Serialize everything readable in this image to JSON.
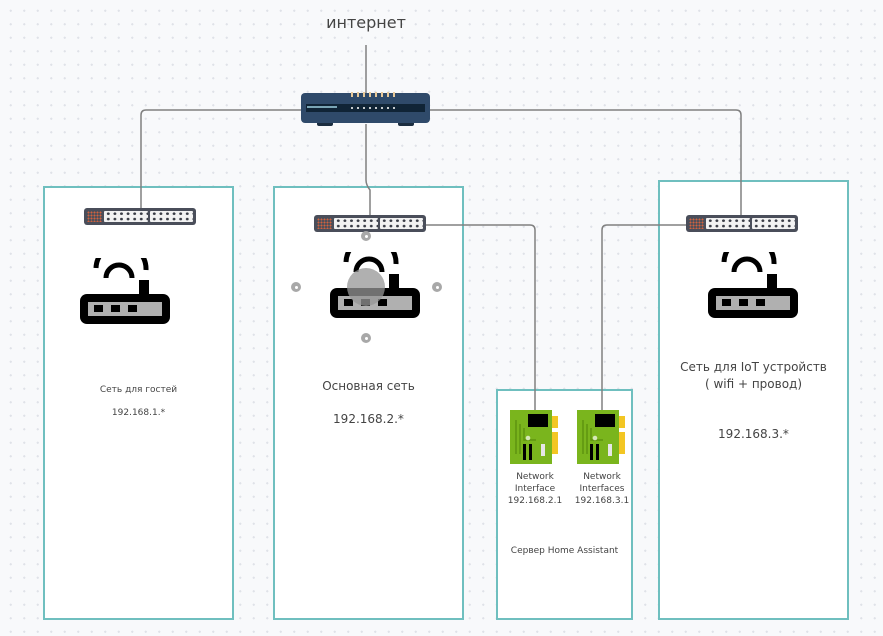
{
  "diagram": {
    "internet_label": "интернет",
    "networks": [
      {
        "id": "guest",
        "name": "Сеть для гостей",
        "subnet": "192.168.1.*"
      },
      {
        "id": "main",
        "name": "Основная сеть",
        "subnet": "192.168.2.*"
      },
      {
        "id": "iot",
        "name_line1": "Сеть для IoT устройств",
        "name_line2": "( wifi + провод)",
        "subnet": "192.168.3.*"
      }
    ],
    "server": {
      "name": "Сервер Home Assistant",
      "interfaces": [
        {
          "line1": "Network",
          "line2": "Interface",
          "ip": "192.168.2.1"
        },
        {
          "line1": "Network",
          "line2": "Interfaces",
          "ip": "192.168.3.1"
        }
      ]
    },
    "colors": {
      "container_border": "#6fbfbf",
      "wire": "#808080",
      "top_router": "#2f4a6a",
      "switch": "#4a4e5a",
      "nic_board": "#7ab51d",
      "nic_contacts": "#f3c623"
    }
  }
}
